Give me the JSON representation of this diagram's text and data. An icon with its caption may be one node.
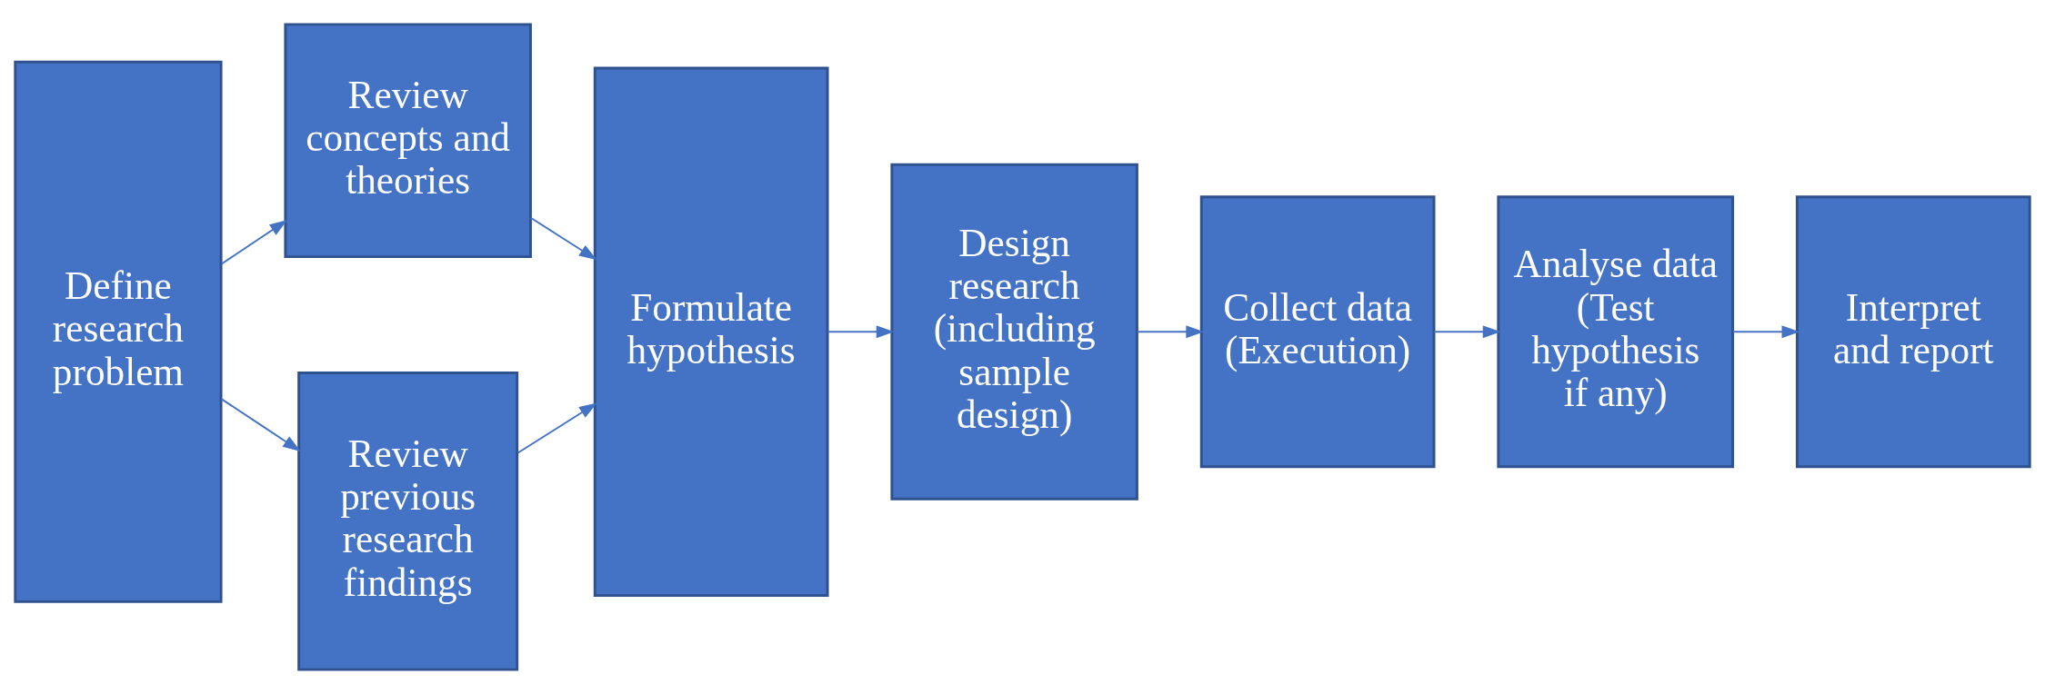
{
  "diagram": {
    "nodes": [
      {
        "text": [
          "Define research problem"
        ]
      },
      {
        "text": [
          "Review concepts and theories"
        ]
      },
      {
        "text": [
          "Review previous research findings"
        ]
      },
      {
        "text": [
          "Formulate hypothesis"
        ]
      },
      {
        "text": [
          "Design research (including sample design)"
        ]
      },
      {
        "text": [
          "Collect data (Execution)"
        ]
      },
      {
        "text": [
          "Analyse data (Test hypothesis if any)"
        ]
      },
      {
        "text": [
          "Interpret and report"
        ]
      }
    ],
    "edges": [
      {
        "from": 0,
        "to": 1,
        "arrow": "to"
      },
      {
        "from": 0,
        "to": 2,
        "arrow": "to"
      },
      {
        "from": 1,
        "to": 3,
        "arrow": "to"
      },
      {
        "from": 2,
        "to": 3,
        "arrow": "to"
      },
      {
        "from": 3,
        "to": 4,
        "arrow": "to"
      },
      {
        "from": 4,
        "to": 5,
        "arrow": "to"
      },
      {
        "from": 5,
        "to": 6,
        "arrow": "to"
      },
      {
        "from": 6,
        "to": 7,
        "arrow": "to"
      }
    ]
  }
}
